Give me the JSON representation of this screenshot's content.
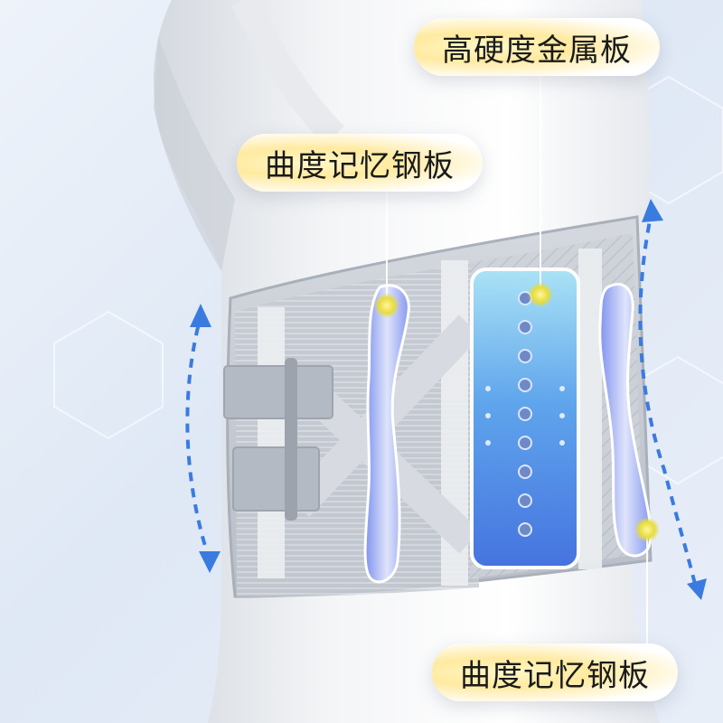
{
  "labels": {
    "top": "高硬度金属板",
    "left": "曲度记忆钢板",
    "bottom": "曲度记忆钢板"
  },
  "colors": {
    "background": "#e6edf7",
    "belt": "#c9ced6",
    "plate_blue": "#4a8fe8",
    "stay_purple": "#8d9ff0",
    "marker": "#e8dc3c",
    "arrow": "#3a7be0"
  },
  "icons": [
    "motion-arrow-icon",
    "marker-dot-icon"
  ]
}
